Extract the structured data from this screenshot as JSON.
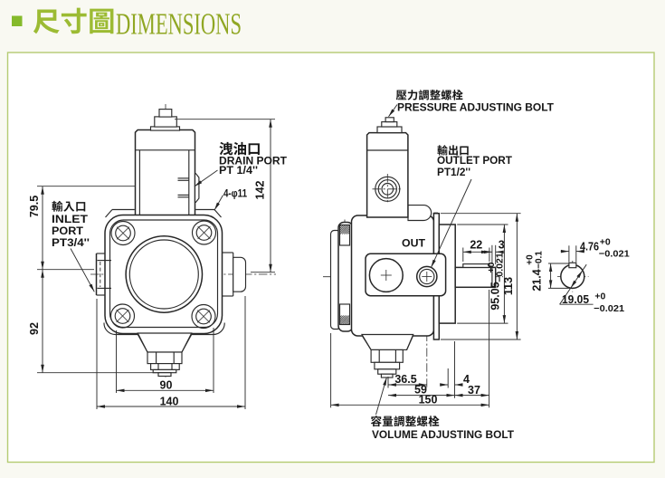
{
  "header": {
    "bullet_icon": "green-square",
    "title_zh": "尺寸圖",
    "title_en": "DIMENSIONS"
  },
  "colors": {
    "accent_green": "#85BA2B",
    "title_green": "#9CBB33",
    "dimensions_green": "#90A723",
    "panel_border": "#B5CB72",
    "line_color": "#222222"
  },
  "front_view": {
    "drain_port_label": {
      "zh": "洩油口",
      "en": "DRAIN PORT",
      "size": "PT 1/4''"
    },
    "inlet_port_label": {
      "zh": "輸入口",
      "en_line1": "INLET",
      "en_line2": "PORT",
      "size": "PT3/4''"
    },
    "bolt_holes_label": "4-φ11",
    "dim_total_height": "142",
    "dim_upper_height": "79.5",
    "dim_lower_height": "92",
    "dim_bolt_spacing": "90",
    "dim_overall_width": "140"
  },
  "side_view": {
    "pressure_bolt_label": {
      "zh": "壓力調整螺栓",
      "en": "PRESSURE ADJUSTING BOLT"
    },
    "outlet_port_label": {
      "zh": "輸出口",
      "en": "OUTLET PORT",
      "size": "PT1/2''"
    },
    "volume_bolt_label": {
      "zh": "容量調整螺栓",
      "en": "VOLUME ADJUSTING BOLT"
    },
    "out_marking": "OUT",
    "dim_key_length": "22",
    "dim_shaft_step": "3",
    "dim_pilot_diameter": "95.05",
    "dim_pilot_tol_upper": "+0",
    "dim_pilot_tol_lower": "−0.021",
    "dim_flange_height": "113",
    "dim_bolt_to_outlet": "36.5",
    "dim_step": "4",
    "dim_bolt_to_flange": "59",
    "dim_shaft_length": "37",
    "dim_overall_length": "150"
  },
  "shaft_detail": {
    "dim_key_width": "4.76",
    "dim_key_width_tol_upper": "+0",
    "dim_key_width_tol_lower": "−0.021",
    "dim_key_height": "21.4",
    "dim_key_height_tol_upper": "+0",
    "dim_key_height_tol_lower": "−0.1",
    "dim_shaft_diameter": "19.05",
    "dim_shaft_dia_tol_upper": "+0",
    "dim_shaft_dia_tol_lower": "−0.021"
  }
}
